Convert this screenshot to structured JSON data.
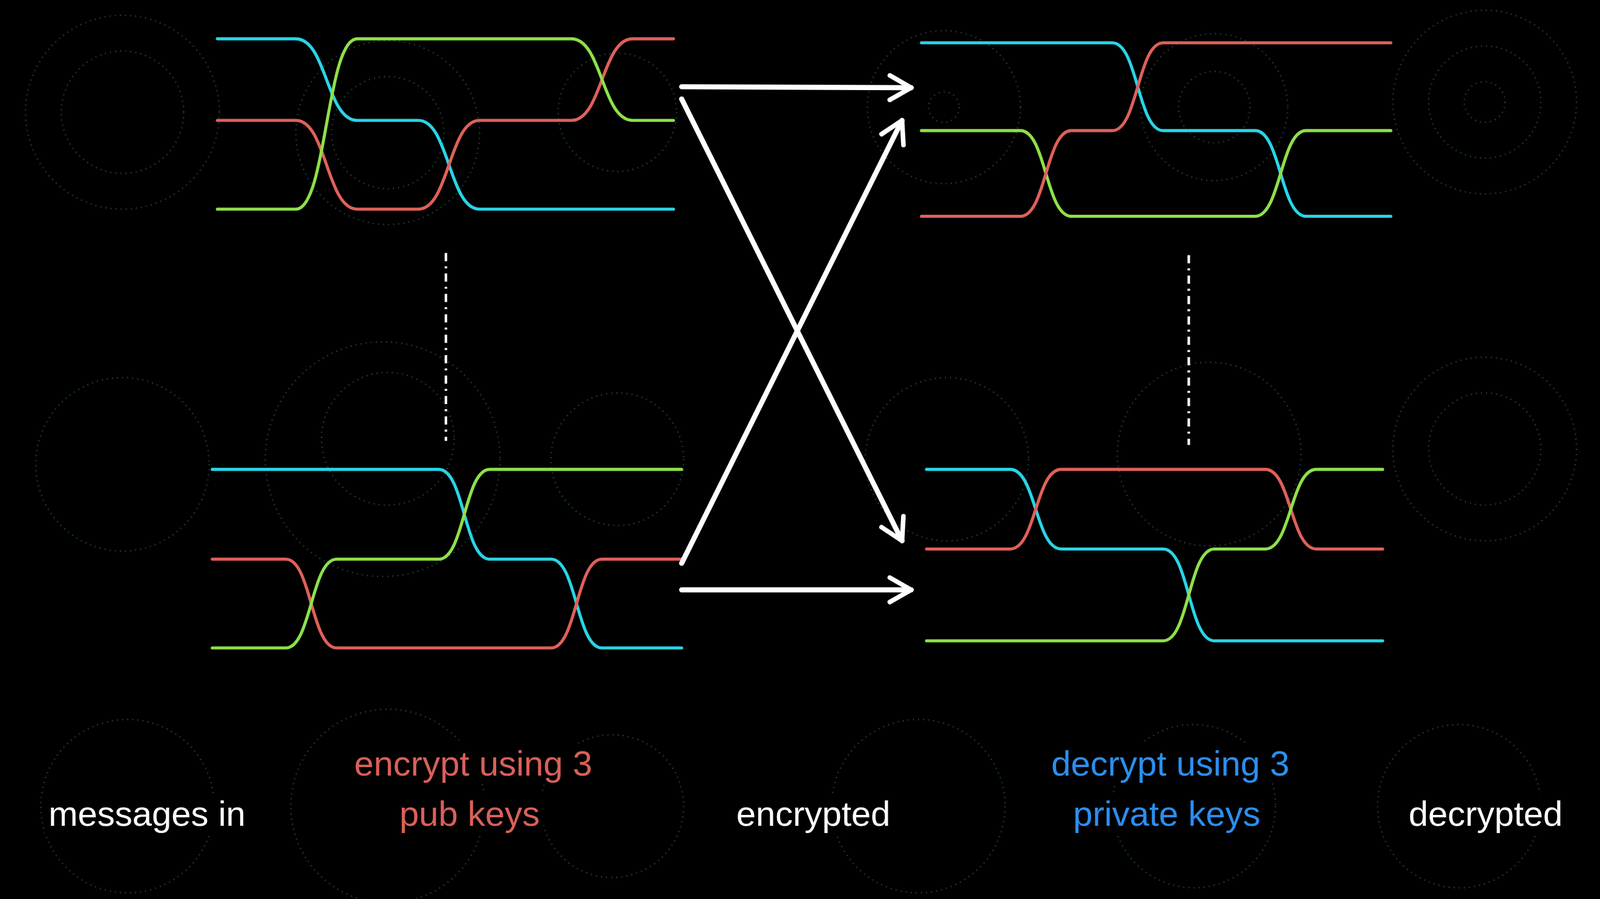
{
  "diagram": {
    "labels": [
      "messages in",
      "encrypt using 3 pub keys",
      "encrypted",
      "decrypt using 3 private keys",
      "decrypted"
    ]
  }
}
